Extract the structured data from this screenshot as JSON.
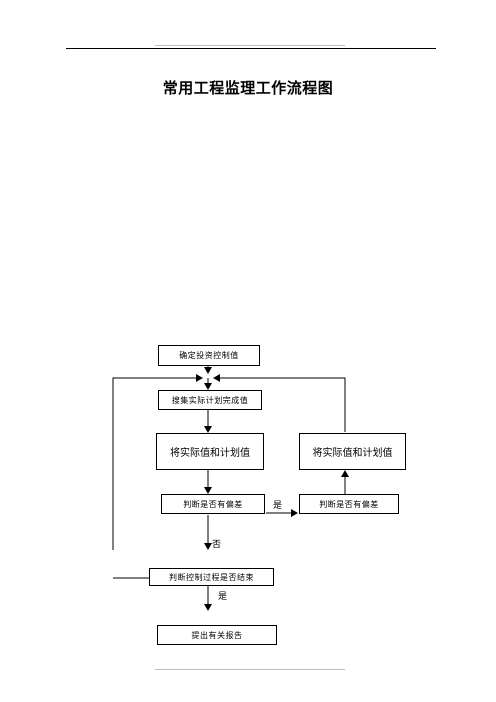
{
  "title": "常用工程监理工作流程图",
  "boxes": {
    "b1": "确定投资控制值",
    "b2": "搜集实际计划完成值",
    "b3": "将实际值和计划值",
    "b4": "将实际值和计划值",
    "b5": "判断是否有偏差",
    "b6": "判断是否有偏差",
    "b7": "判断控制过程是否结束",
    "b8": "提出有关报告"
  },
  "labels": {
    "yes_right": "是",
    "no_down": "否",
    "yes_down": "是"
  }
}
